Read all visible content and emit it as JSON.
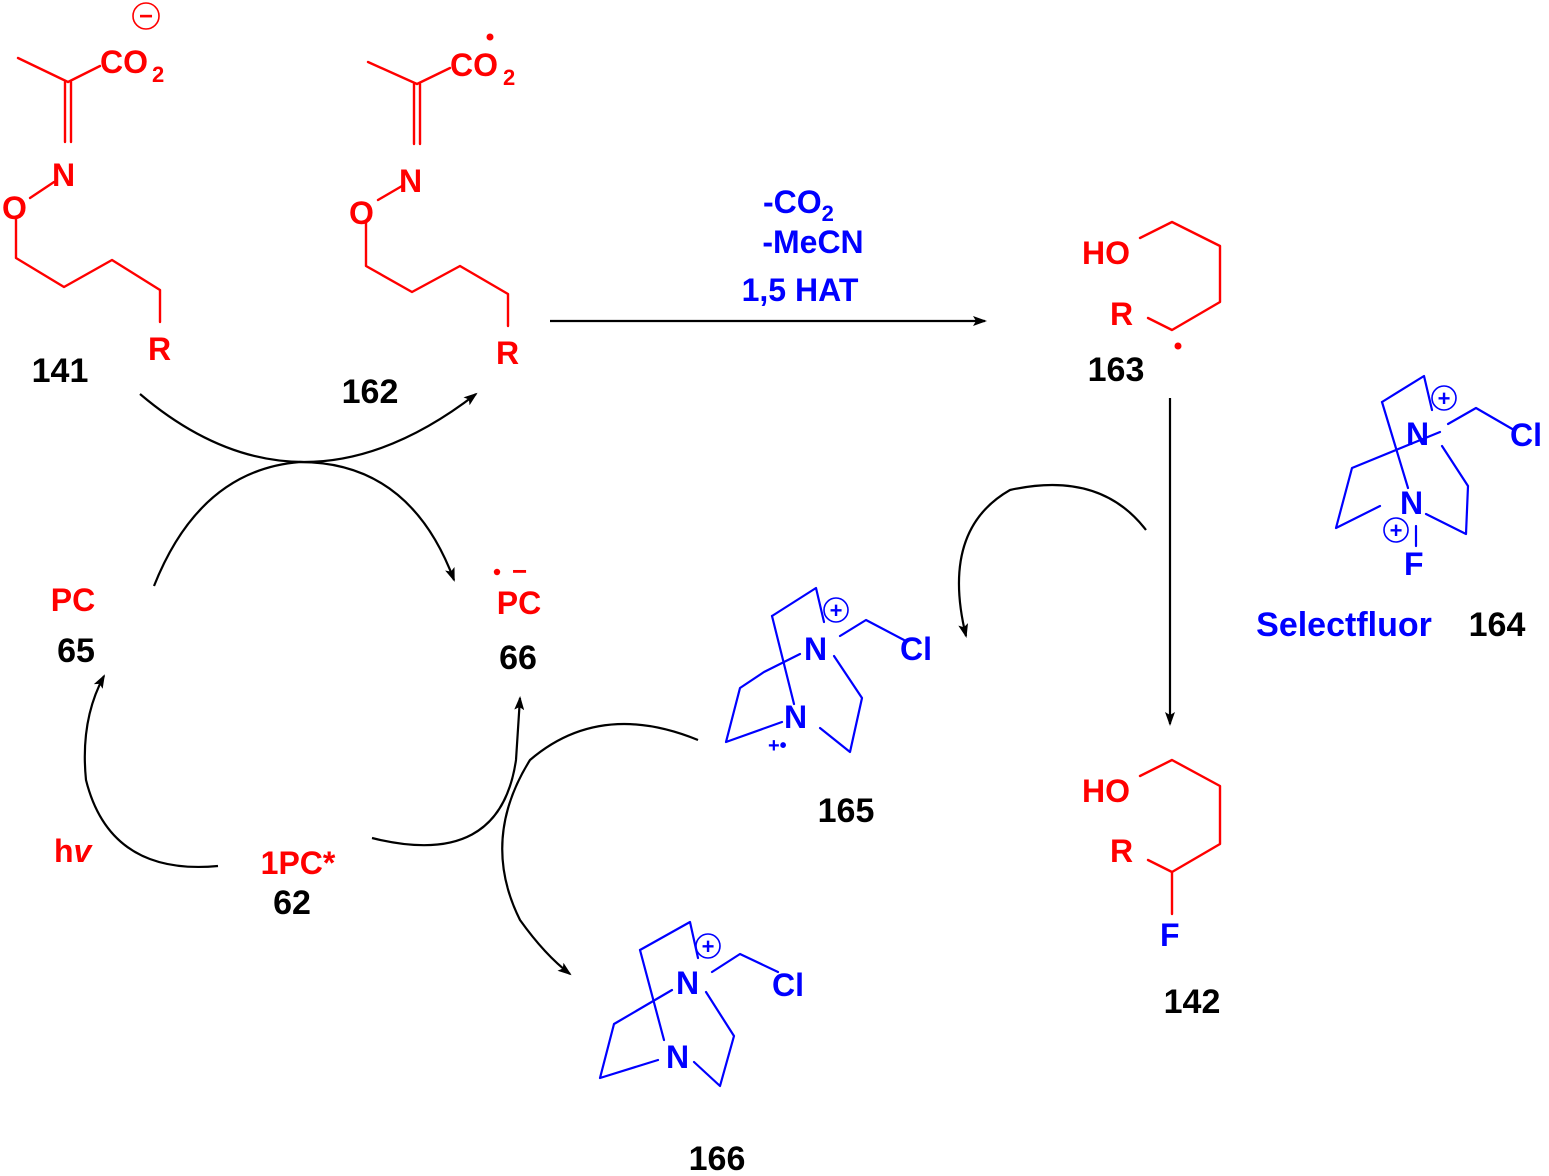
{
  "colors": {
    "reagent_red": "#ff0000",
    "reagent_blue": "#0000ff",
    "label_black": "#000000"
  },
  "atoms": {
    "co2": "CO",
    "sub2": "2",
    "minus": "−",
    "plus": "+",
    "N": "N",
    "O": "O",
    "R": "R",
    "HO": "HO",
    "F": "F",
    "Cl": "Cl",
    "PC": "PC",
    "radical_dot": "·",
    "radical_cation": "+•"
  },
  "compounds": {
    "c141": "141",
    "c162": "162",
    "c163": "163",
    "c164": "164",
    "c165": "165",
    "c166": "166",
    "c142": "142",
    "pc65": "65",
    "pc66": "66",
    "pc62": "62"
  },
  "reagent_name": "Selectfluor",
  "conditions": {
    "line1_main": "-CO",
    "line1_sub": "2",
    "line2": "-MeCN",
    "line3": "1,5 HAT"
  },
  "photocatalyst": {
    "excited": "1PC*",
    "light_h": "h",
    "light_v": "v"
  }
}
